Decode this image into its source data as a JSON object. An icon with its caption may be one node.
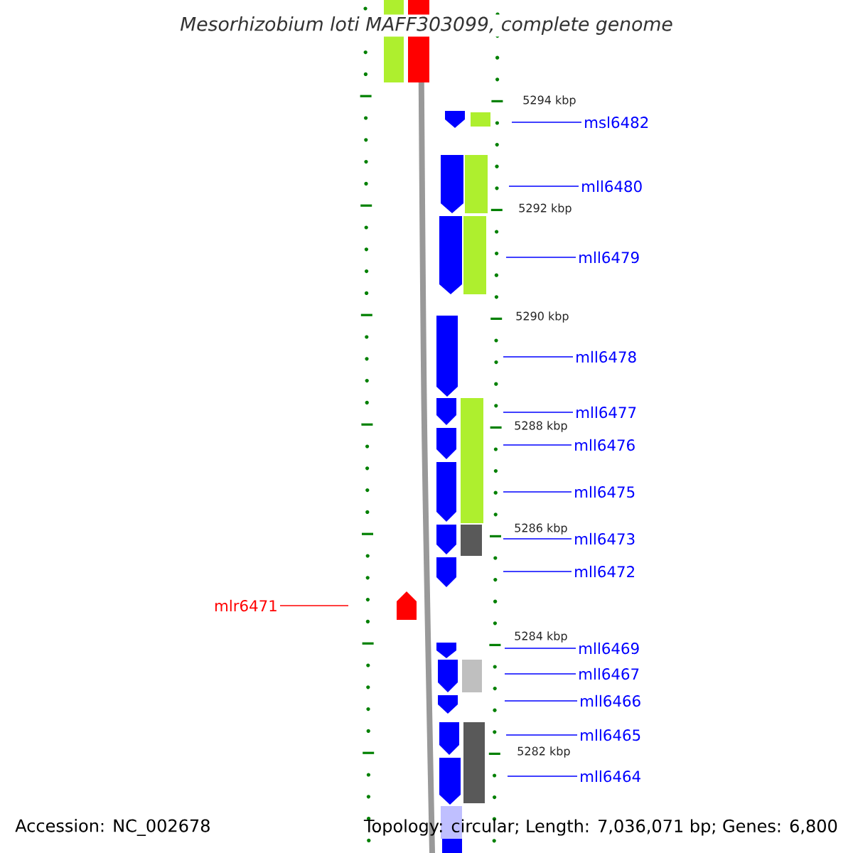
{
  "diagram": {
    "title": "Mesorhizobium loti MAFF303099, complete genome",
    "nodes": [
      {
        "text": [
          "msl6482"
        ]
      },
      {
        "text": [
          "mll6480"
        ]
      },
      {
        "text": [
          "mll6479"
        ]
      },
      {
        "text": [
          "mll6478"
        ]
      },
      {
        "text": [
          "mll6477"
        ]
      },
      {
        "text": [
          "mll6476"
        ]
      },
      {
        "text": [
          "mll6475"
        ]
      },
      {
        "text": [
          "mll6473"
        ]
      },
      {
        "text": [
          "mll6472"
        ]
      },
      {
        "text": [
          "mlr6471"
        ]
      },
      {
        "text": [
          "mll6469"
        ]
      },
      {
        "text": [
          "mll6467"
        ]
      },
      {
        "text": [
          "mll6466"
        ]
      },
      {
        "text": [
          "mll6465"
        ]
      },
      {
        "text": [
          "mll6464"
        ]
      }
    ],
    "edges": [
      {
        "from": 0,
        "to": null,
        "arrow": "none"
      },
      {
        "from": 1,
        "to": null,
        "arrow": "none"
      },
      {
        "from": 2,
        "to": null,
        "arrow": "none"
      },
      {
        "from": 3,
        "to": null,
        "arrow": "none"
      },
      {
        "from": 4,
        "to": null,
        "arrow": "none"
      },
      {
        "from": 5,
        "to": null,
        "arrow": "none"
      },
      {
        "from": 6,
        "to": null,
        "arrow": "none"
      },
      {
        "from": 7,
        "to": null,
        "arrow": "none"
      },
      {
        "from": 8,
        "to": null,
        "arrow": "none"
      },
      {
        "from": 9,
        "to": null,
        "arrow": "none",
        "color": "#ff0000"
      },
      {
        "from": 10,
        "to": null,
        "arrow": "none"
      },
      {
        "from": 11,
        "to": null,
        "arrow": "none"
      },
      {
        "from": 12,
        "to": null,
        "arrow": "none"
      },
      {
        "from": 13,
        "to": null,
        "arrow": "none"
      },
      {
        "from": 14,
        "to": null,
        "arrow": "none"
      }
    ],
    "labels": [
      "5294 kbp",
      "5292 kbp",
      "5290 kbp",
      "5288 kbp",
      "5286 kbp",
      "5284 kbp",
      "5282 kbp",
      "Accession: NC_002678",
      "Topology: circular; Length: 7,036,071 bp; Genes: 6,800"
    ]
  }
}
